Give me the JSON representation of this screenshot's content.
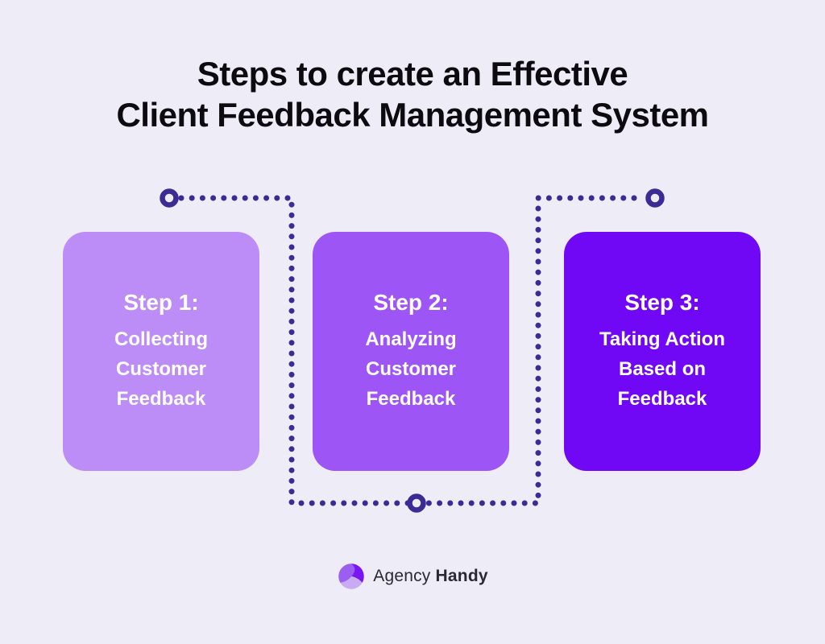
{
  "title": {
    "line1": "Steps to create an Effective",
    "line2": "Client Feedback Management System"
  },
  "steps": [
    {
      "heading": "Step 1:",
      "lines": [
        "Collecting",
        "Customer",
        "Feedback"
      ],
      "color": "#bd8df7"
    },
    {
      "heading": "Step 2:",
      "lines": [
        "Analyzing",
        "Customer",
        "Feedback"
      ],
      "color": "#9d55f6"
    },
    {
      "heading": "Step 3:",
      "lines": [
        "Taking Action",
        "Based on",
        "Feedback"
      ],
      "color": "#7008f5"
    }
  ],
  "brand": {
    "name_regular": "Agency",
    "name_bold": "Handy"
  },
  "colors": {
    "background": "#eeedf7",
    "title_text": "#0d0b10",
    "card_text": "#ffffff",
    "connector": "#3c2b94",
    "logo_dark": "#7a16f0",
    "logo_medium": "#9a5ff0",
    "logo_light": "#c9abf4",
    "brand_text": "#2b2834"
  }
}
